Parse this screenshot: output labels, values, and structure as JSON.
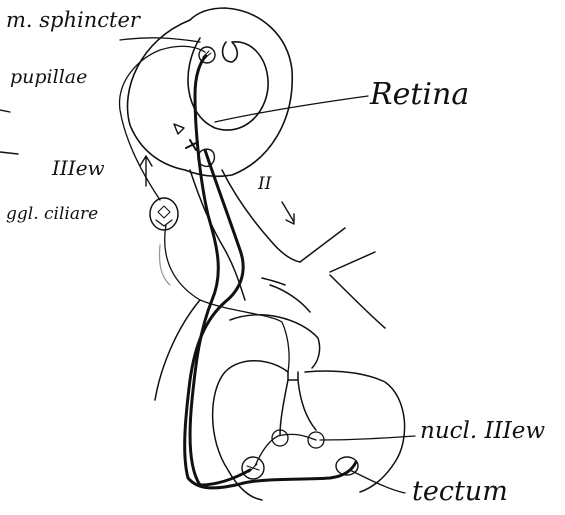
{
  "diagram": {
    "labels": {
      "sphincter_line1": "m. sphincter",
      "sphincter_line2": "pupillae",
      "retina": "Retina",
      "nerve_3": "IIIew",
      "ciliary_ganglion": "ggl. ciliare",
      "optic_nerve": "II",
      "nucl": "nucl. IIIew",
      "tectum": "tectum"
    },
    "colors": {
      "ink": "#111111",
      "pencil": "#9a9a9a",
      "paper": "#ffffff"
    }
  }
}
